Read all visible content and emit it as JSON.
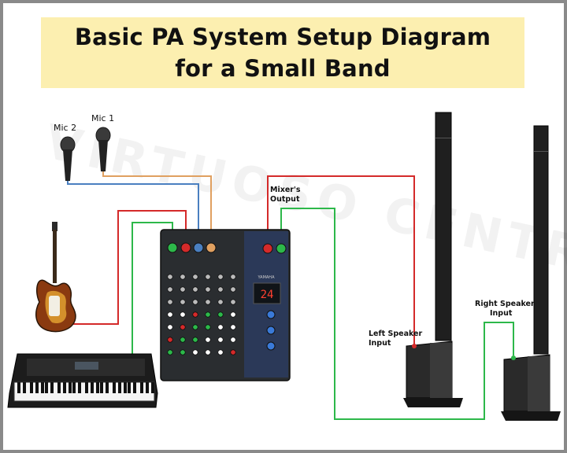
{
  "title": {
    "line1": "Basic PA System Setup Diagram",
    "line2": "for a Small Band"
  },
  "labels": {
    "mic1": "Mic 1",
    "mic2": "Mic 2",
    "mixer_output_1": "Mixer's",
    "mixer_output_2": "Output",
    "left_speaker_1": "Left Speaker",
    "left_speaker_2": "Input",
    "right_speaker_1": "Right Speaker",
    "right_speaker_2": "Input"
  },
  "mixer": {
    "brand": "YAMAHA",
    "display": "24"
  },
  "watermark": "VIRTUOSO CENTRAL.COM",
  "colors": {
    "title_bg": "#fcefb0",
    "cable_mic1": "#e0a060",
    "cable_mic2": "#4a7fc0",
    "cable_guitar": "#d42a2a",
    "cable_keyboard": "#2db84a",
    "cable_left_out": "#d42a2a",
    "cable_right_out": "#2db84a"
  }
}
